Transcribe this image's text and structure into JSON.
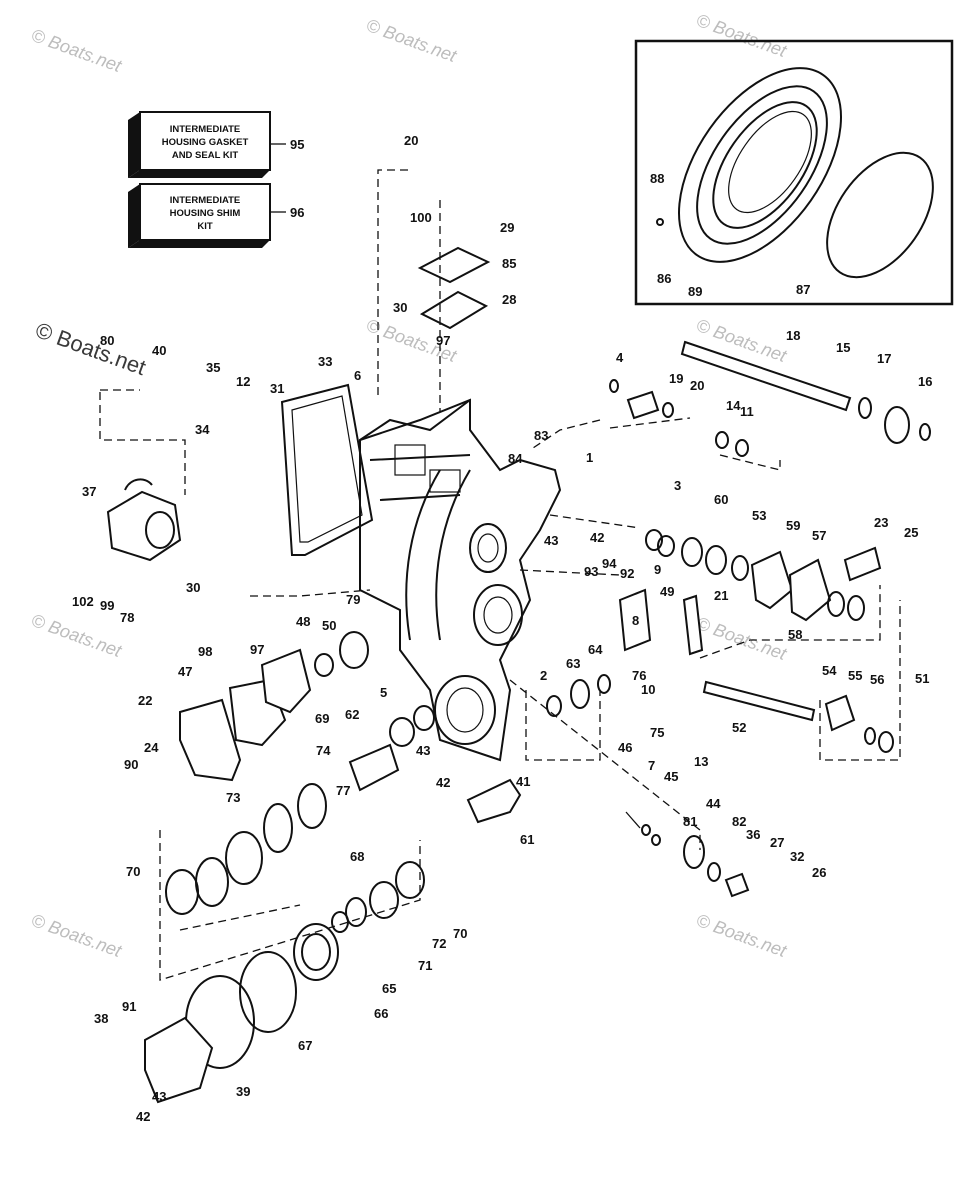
{
  "watermarks": [
    "© Boats.net",
    "© Boats.net",
    "© Boats.net",
    "© Boats.net",
    "© Boats.net",
    "© Boats.net",
    "© Boats.net",
    "© Boats.net",
    "© Boats.net",
    "© Boats.net"
  ],
  "kits": [
    {
      "lines": [
        "INTERMEDIATE",
        "HOUSING GASKET",
        "AND SEAL KIT"
      ],
      "number": "95"
    },
    {
      "lines": [
        "INTERMEDIATE",
        "HOUSING SHIM",
        "KIT"
      ],
      "number": "96"
    }
  ],
  "callouts": [
    "20",
    "100",
    "29",
    "85",
    "28",
    "30",
    "97",
    "33",
    "6",
    "83",
    "84",
    "1",
    "80",
    "40",
    "35",
    "12",
    "31",
    "34",
    "37",
    "102",
    "99",
    "78",
    "30",
    "79",
    "97",
    "48",
    "50",
    "98",
    "47",
    "22",
    "24",
    "90",
    "5",
    "62",
    "69",
    "43",
    "42",
    "77",
    "74",
    "73",
    "68",
    "70",
    "70",
    "72",
    "71",
    "65",
    "66",
    "67",
    "38",
    "91",
    "43",
    "42",
    "39",
    "4",
    "19",
    "20",
    "18",
    "15",
    "17",
    "16",
    "14",
    "11",
    "3",
    "60",
    "53",
    "59",
    "57",
    "23",
    "25",
    "43",
    "42",
    "93",
    "94",
    "92",
    "9",
    "49",
    "8",
    "21",
    "58",
    "51",
    "10",
    "2",
    "63",
    "64",
    "76",
    "75",
    "54",
    "55",
    "56",
    "52",
    "13",
    "46",
    "7",
    "45",
    "44",
    "81",
    "82",
    "36",
    "27",
    "32",
    "26",
    "41",
    "61",
    "88",
    "86",
    "89",
    "87"
  ]
}
